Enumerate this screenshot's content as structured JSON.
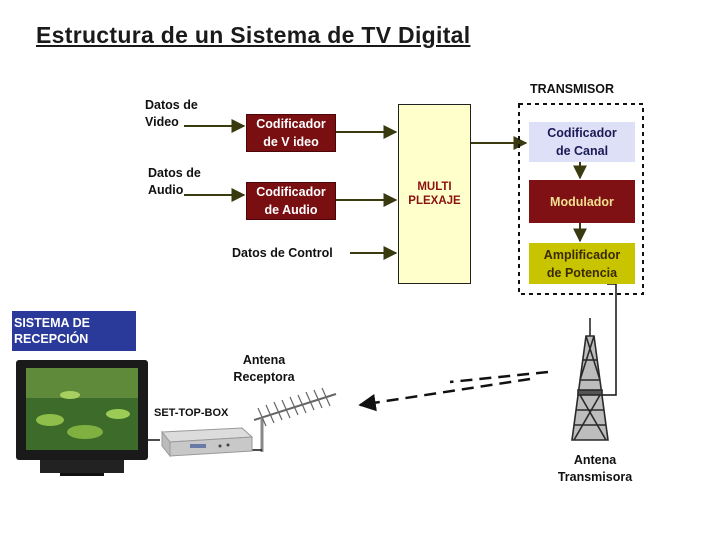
{
  "title": "Estructura de un Sistema de TV Digital",
  "labels": {
    "datos_video": "Datos de\nVideo",
    "datos_audio": "Datos de\nAudio",
    "datos_control": "Datos de Control",
    "transmisor": "TRANSMISOR",
    "antena_receptora": "Antena\nReceptora",
    "set_top_box": "SET-TOP-BOX",
    "antena_transmisora": "Antena\nTransmisora",
    "sistema_recepcion": "SISTEMA DE\nRECEPCIÓN"
  },
  "boxes": {
    "codificador_video": "Codificador\nde V ideo",
    "codificador_audio": "Codificador\nde Audio",
    "multiplexaje": "MULTI\nPLEXAJE",
    "codificador_canal": "Codificador\nde Canal",
    "modulador": "Modulador",
    "amplificador": "Amplificador\nde Potencia"
  },
  "colors": {
    "dark_red": "#7a0f12",
    "mux_fill": "#ffffcc",
    "lavender": "#dde0f7",
    "olive": "#c8c400",
    "reception_blue": "#2a3a9a",
    "line_green": "#3a3a10"
  },
  "icons": [
    "tv-icon",
    "set-top-box-icon",
    "yagi-antenna-icon",
    "transmission-tower-icon",
    "signal-wave-icon"
  ]
}
